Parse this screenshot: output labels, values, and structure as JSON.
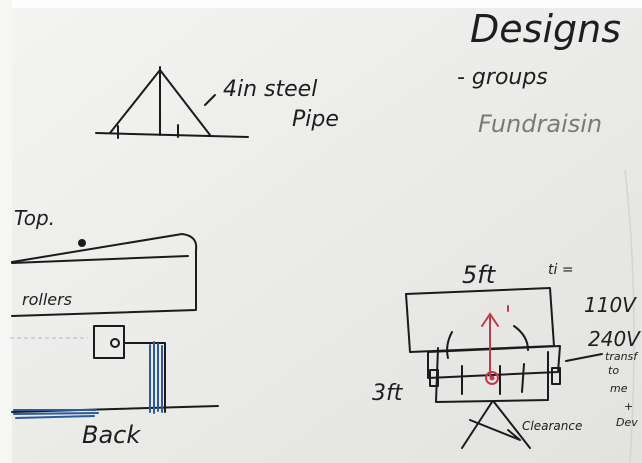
{
  "board": {
    "title": "Designs",
    "list_item_1": "- groups",
    "list_item_2": "Fundraisin",
    "tripod_label_1": "4in steel",
    "tripod_label_2": "Pipe",
    "top_label": "Top.",
    "rollers_label": "rollers",
    "back_label": "Back",
    "width_label": "5ft",
    "height_label": "3ft",
    "clearance_label": "Clearance",
    "voltage_1": "110V",
    "voltage_2": "240V",
    "transformer_note": [
      "transf",
      "to",
      "me",
      "+",
      "Dev"
    ],
    "red_note": "ti ="
  },
  "colors": {
    "whiteboard": "#e9e9e7",
    "marker_black": "#1b1b1b",
    "marker_red": "#c23a4a",
    "marker_blue": "#2d5a9c"
  }
}
